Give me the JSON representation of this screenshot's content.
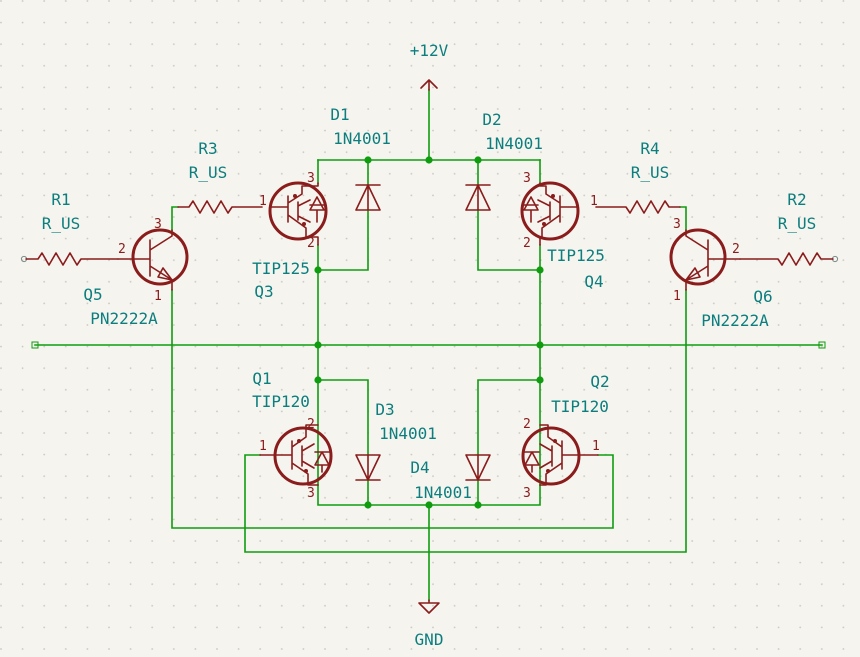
{
  "colors": {
    "background": "#f5f4ef",
    "wire": "#0f9d0f",
    "symbol": "#8a1c1c",
    "reference": "#0c7e7e",
    "value": "#0c7e7e",
    "power_label": "#0c7e7e",
    "pin_number": "#8a1c1c",
    "grid_dot": "#c9c6bf"
  },
  "power": {
    "vcc": "+12V",
    "gnd": "GND"
  },
  "resistors": {
    "R1": {
      "ref": "R1",
      "value": "R_US"
    },
    "R2": {
      "ref": "R2",
      "value": "R_US"
    },
    "R3": {
      "ref": "R3",
      "value": "R_US"
    },
    "R4": {
      "ref": "R4",
      "value": "R_US"
    }
  },
  "diodes": {
    "D1": {
      "ref": "D1",
      "value": "1N4001"
    },
    "D2": {
      "ref": "D2",
      "value": "1N4001"
    },
    "D3": {
      "ref": "D3",
      "value": "1N4001"
    },
    "D4": {
      "ref": "D4",
      "value": "1N4001"
    }
  },
  "transistors": {
    "Q1": {
      "ref": "Q1",
      "value": "TIP120"
    },
    "Q2": {
      "ref": "Q2",
      "value": "TIP120"
    },
    "Q3": {
      "ref": "Q3",
      "value": "TIP125"
    },
    "Q4": {
      "ref": "Q4",
      "value": "TIP125"
    },
    "Q5": {
      "ref": "Q5",
      "value": "PN2222A"
    },
    "Q6": {
      "ref": "Q6",
      "value": "PN2222A"
    }
  },
  "pins": {
    "p1": "1",
    "p2": "2",
    "p3": "3"
  }
}
